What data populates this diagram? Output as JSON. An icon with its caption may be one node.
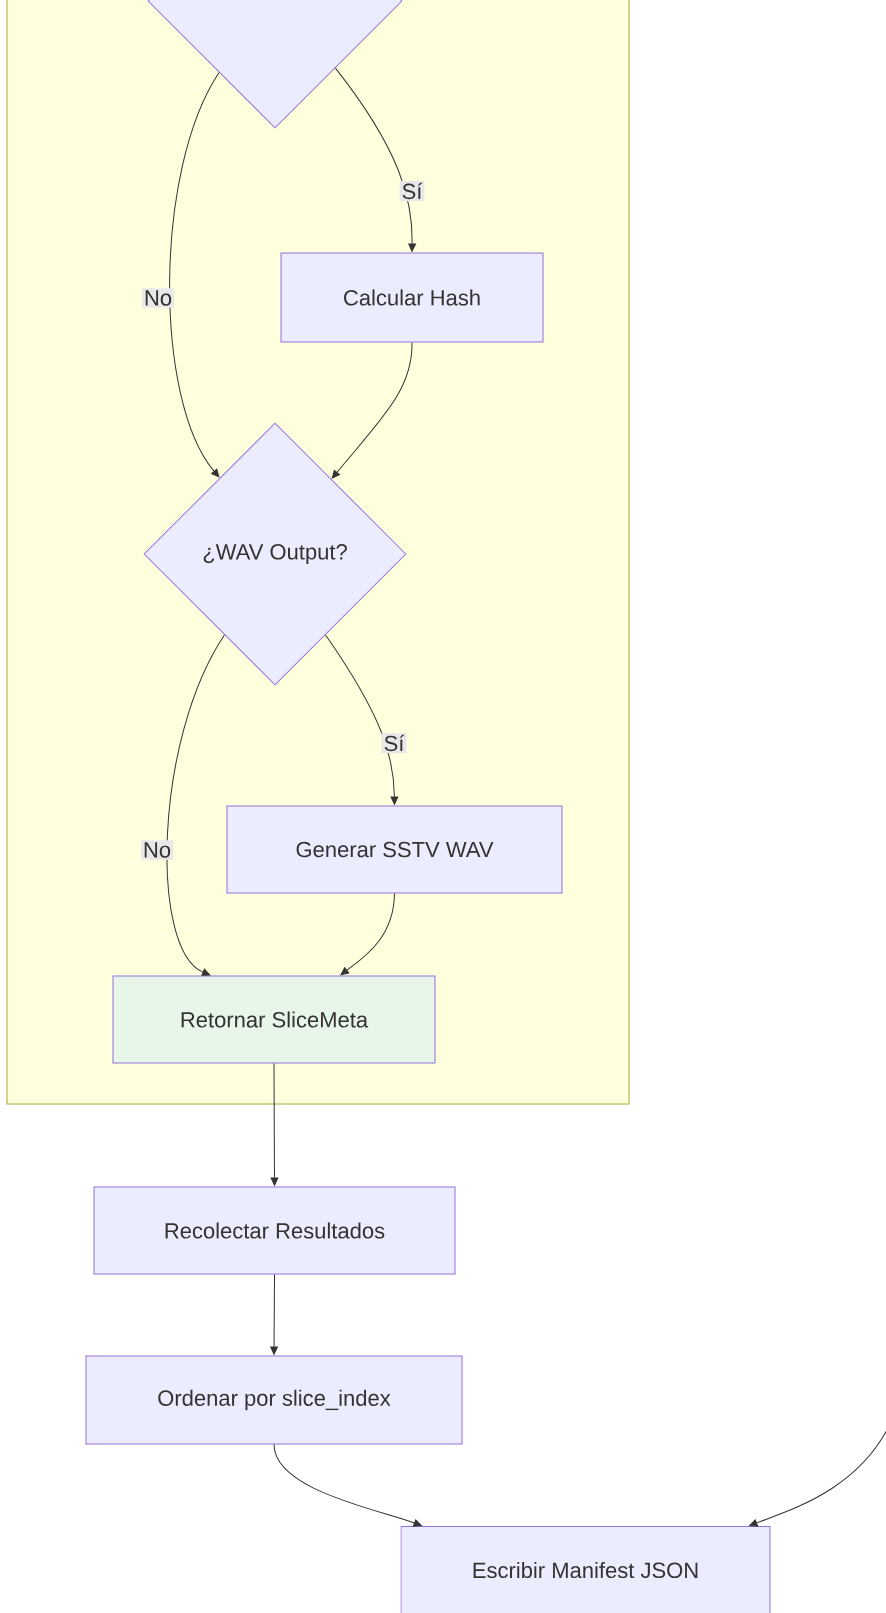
{
  "diagram": {
    "nodes": [
      {
        "text": [],
        "shape": "box"
      },
      {
        "text": [],
        "shape": "diamond",
        "in": 0
      },
      {
        "text": [
          "Calcular Hash"
        ],
        "in": 0
      },
      {
        "text": [
          "¿WAV Output?"
        ],
        "in": 0
      },
      {
        "text": [
          "Generar SSTV WAV"
        ],
        "in": 0
      },
      {
        "text": [
          "Retornar SliceMeta"
        ],
        "in": 0
      },
      {
        "text": [
          "Recolectar Resultados"
        ]
      },
      {
        "text": [
          "Ordenar por slice_index"
        ]
      },
      {
        "text": [
          "Escribir Manifest JSON"
        ]
      }
    ],
    "edges": [
      {
        "from": 1,
        "to": 2,
        "arrow": "to",
        "label": "Sí"
      },
      {
        "from": 1,
        "to": 3,
        "arrow": "to",
        "label": "No"
      },
      {
        "from": 2,
        "to": 3,
        "arrow": "to"
      },
      {
        "from": 3,
        "to": 4,
        "arrow": "to",
        "label": "Sí"
      },
      {
        "from": 3,
        "to": 5,
        "arrow": "to",
        "label": "No"
      },
      {
        "from": 4,
        "to": 5,
        "arrow": "to"
      },
      {
        "from": 5,
        "to": 6,
        "arrow": "to"
      },
      {
        "from": 6,
        "to": 7,
        "arrow": "to"
      },
      {
        "from": 7,
        "to": 8,
        "arrow": "to"
      },
      {
        "from": null,
        "to": 8,
        "arrow": "to"
      }
    ]
  }
}
